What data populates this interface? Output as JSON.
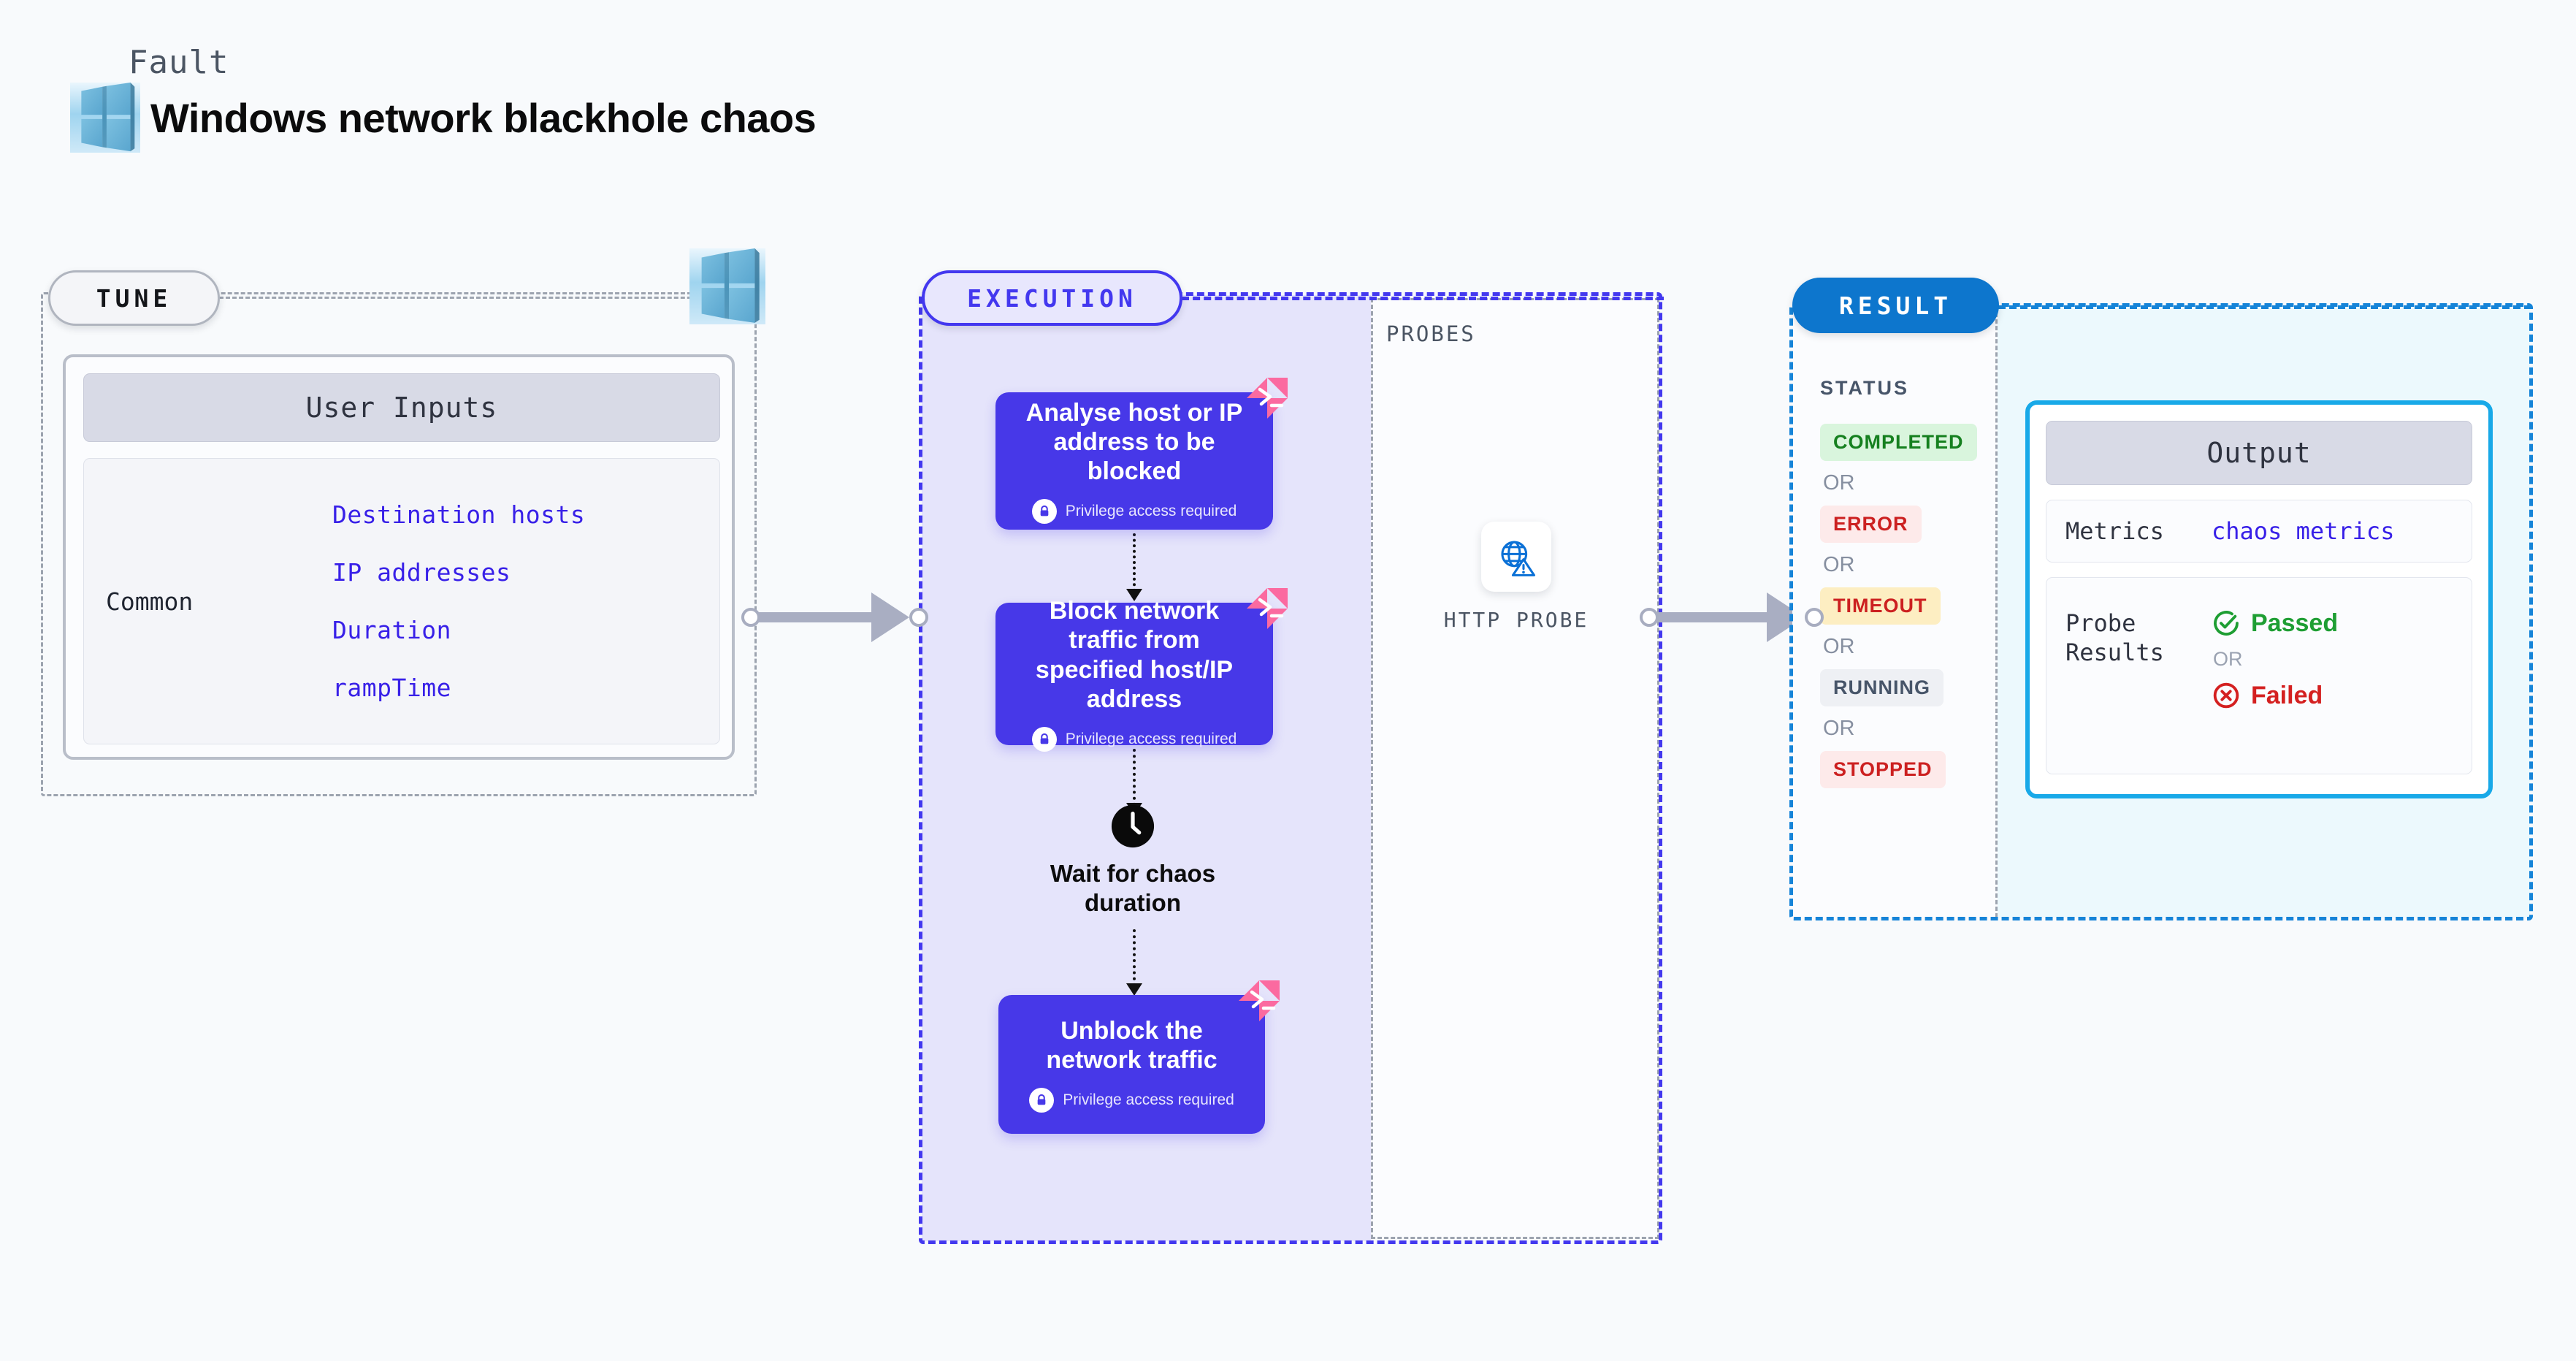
{
  "header": {
    "kicker": "Fault",
    "title": "Windows network blackhole chaos",
    "logo_icon": "windows-logo-icon"
  },
  "colors": {
    "background": "#f8fafc",
    "execution_accent": "#4338ef",
    "result_accent": "#1684d8",
    "output_accent": "#18a9e8",
    "step_card": "#4738e8",
    "mono_value": "#3820e8",
    "tune_border": "#9ca3af"
  },
  "tune": {
    "badge_label": "TUNE",
    "logo_icon": "windows-logo-icon",
    "card_header": "User Inputs",
    "group_label": "Common",
    "inputs": [
      "Destination hosts",
      "IP addresses",
      "Duration",
      "rampTime"
    ]
  },
  "connectors": [
    {
      "name": "tune-to-execution"
    },
    {
      "name": "execution-to-result"
    }
  ],
  "execution": {
    "badge_label": "EXECUTION",
    "steps": [
      {
        "title": "Analyse host or IP address to be blocked",
        "privilege_note": "Privilege access required",
        "lock_icon": "lock-icon",
        "badge_icon": "powershell-badge-icon"
      },
      {
        "title": "Block network traffic from specified host/IP address",
        "privilege_note": "Privilege access required",
        "lock_icon": "lock-icon",
        "badge_icon": "powershell-badge-icon"
      },
      {
        "title": "Unblock the network traffic",
        "privilege_note": "Privilege access required",
        "lock_icon": "lock-icon",
        "badge_icon": "powershell-badge-icon"
      }
    ],
    "wait_node": {
      "icon": "clock-icon",
      "label": "Wait for chaos duration"
    }
  },
  "probes": {
    "section_label": "PROBES",
    "items": [
      {
        "label": "HTTP PROBE",
        "icon": "globe-warning-icon"
      }
    ]
  },
  "result": {
    "badge_label": "RESULT",
    "status_label": "STATUS",
    "or_label": "OR",
    "statuses": [
      {
        "text": "COMPLETED",
        "bg": "#d9f5dd",
        "fg": "#15801f"
      },
      {
        "text": "ERROR",
        "bg": "#fdeaea",
        "fg": "#cc2020"
      },
      {
        "text": "TIMEOUT",
        "bg": "#fdeec2",
        "fg": "#cc2020"
      },
      {
        "text": "RUNNING",
        "bg": "#eef0f4",
        "fg": "#475569"
      },
      {
        "text": "STOPPED",
        "bg": "#fdeaea",
        "fg": "#cc2020"
      }
    ],
    "output": {
      "header": "Output",
      "metrics_key": "Metrics",
      "metrics_value": "chaos metrics",
      "probe_results_key": "Probe Results",
      "or_label": "OR",
      "passed": {
        "text": "Passed",
        "color": "#1e9e33",
        "icon": "check-circle-icon"
      },
      "failed": {
        "text": "Failed",
        "color": "#d42020",
        "icon": "x-circle-icon"
      }
    }
  }
}
